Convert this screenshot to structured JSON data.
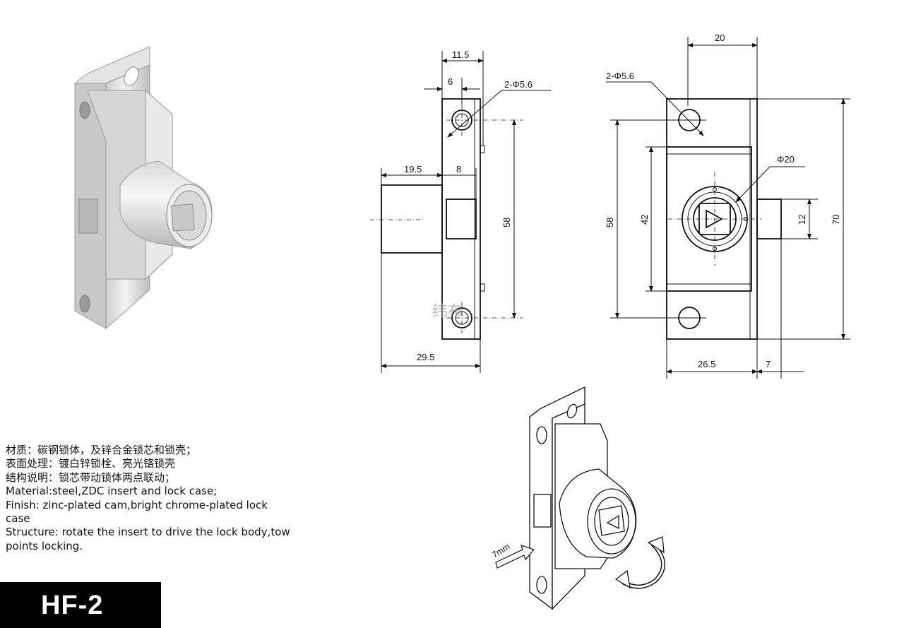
{
  "model": "HF-2",
  "description": {
    "line1": "材质：碳钢锁体，及锌合金锁芯和锁壳；",
    "line2": "表面处理：镀白锌锁栓、亮光铬锁壳",
    "line3": "结构说明：锁芯带动锁体两点联动；",
    "line4": "Material:steel,ZDC insert and lock case;",
    "line5": "Finish: zinc-plated cam,bright chrome-plated lock case",
    "line6": "Structure: rotate the insert to drive the lock body,tow points locking."
  },
  "side_view": {
    "dim_top": "11.5",
    "dim_hole_offset": "6",
    "hole_label": "2-Φ5.6",
    "dim_cylinder": "19.5",
    "dim_bolt": "8",
    "dim_height": "58",
    "dim_total_depth": "29.5",
    "watermark": "纬布"
  },
  "front_view": {
    "dim_top": "20",
    "hole_label": "2-Φ5.6",
    "dim_cylinder_dia": "Φ20",
    "dim_hole_span": "58",
    "dim_inner": "42",
    "dim_bolt_height": "12",
    "dim_total_height": "70",
    "dim_width": "26.5",
    "dim_bolt_projection": "7"
  },
  "iso_view": {
    "insert_label": "7mm"
  }
}
